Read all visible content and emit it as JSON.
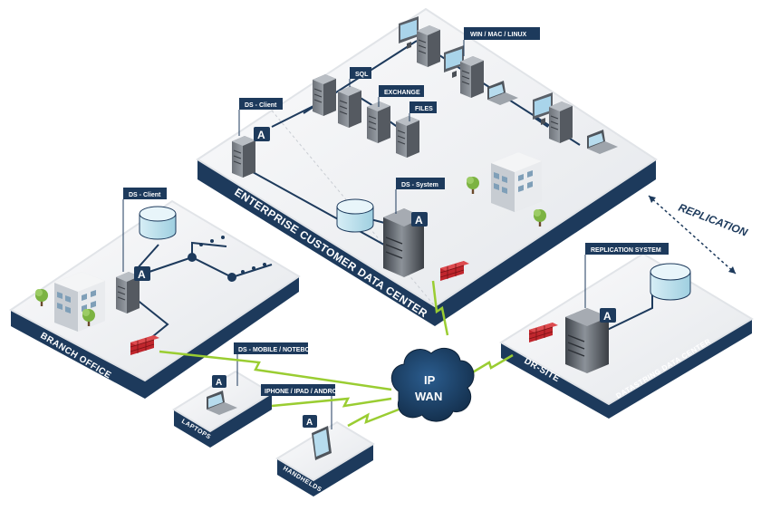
{
  "platforms": {
    "enterprise": "ENTERPRISE CUSTOMER DATA CENTER",
    "branch": "BRANCH OFFICE",
    "dr_site": "DR-SITE",
    "datastring": "DATASTRING DATA CENTER",
    "laptops": "LAPTOPS",
    "handhelds": "HANDHELDS"
  },
  "tags": {
    "win_mac_linux": "WIN / MAC / LINUX",
    "sql": "SQL",
    "exchange": "EXCHANGE",
    "files": "FILES",
    "ds_client_enterprise": "DS - Client",
    "ds_system": "DS - System",
    "ds_client_branch": "DS - Client",
    "replication_system": "REPLICATION SYSTEM",
    "ds_mobile": "DS - MOBILE / NOTEBOOK",
    "iphone_ipad": "IPHONE / IPAD / ANDROID"
  },
  "cloud": {
    "line1": "IP",
    "line2": "WAN"
  },
  "replication_label": "REPLICATION",
  "logo_letter": "A",
  "colors": {
    "navy": "#1d3a5c",
    "platform_top": "#f2f3f5",
    "platform_edge": "#d9dde3",
    "firewall": "#c0262d",
    "wan_link": "#9acd32",
    "data_line": "#1d3a5c",
    "disk": "#bfe3ef"
  }
}
